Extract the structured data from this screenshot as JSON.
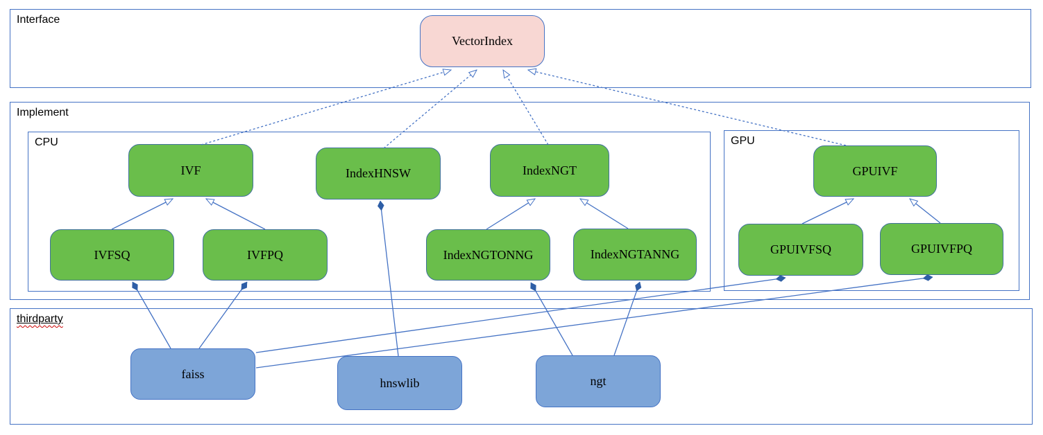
{
  "containers": {
    "interface": {
      "label": "Interface"
    },
    "implement": {
      "label": "Implement"
    },
    "cpu": {
      "label": "CPU"
    },
    "gpu": {
      "label": "GPU"
    },
    "thirdparty": {
      "label": "thirdparty"
    }
  },
  "nodes": {
    "vectorindex": {
      "label": "VectorIndex",
      "layer": "Interface"
    },
    "ivf": {
      "label": "IVF",
      "layer": "Implement/CPU"
    },
    "indexhnsw": {
      "label": "IndexHNSW",
      "layer": "Implement/CPU"
    },
    "indexngt": {
      "label": "IndexNGT",
      "layer": "Implement/CPU"
    },
    "ivfsq": {
      "label": "IVFSQ",
      "layer": "Implement/CPU"
    },
    "ivfpq": {
      "label": "IVFPQ",
      "layer": "Implement/CPU"
    },
    "indexngtonng": {
      "label": "IndexNGTONNG",
      "layer": "Implement/CPU"
    },
    "indexngtanng": {
      "label": "IndexNGTANNG",
      "layer": "Implement/CPU"
    },
    "gpuivf": {
      "label": "GPUIVF",
      "layer": "Implement/GPU"
    },
    "gpuivfsq": {
      "label": "GPUIVFSQ",
      "layer": "Implement/GPU"
    },
    "gpuivfpq": {
      "label": "GPUIVFPQ",
      "layer": "Implement/GPU"
    },
    "faiss": {
      "label": "faiss",
      "layer": "thirdparty"
    },
    "hnswlib": {
      "label": "hnswlib",
      "layer": "thirdparty"
    },
    "ngt": {
      "label": "ngt",
      "layer": "thirdparty"
    }
  },
  "edges": [
    {
      "from": "IVF",
      "to": "VectorIndex",
      "type": "realization-dotted-open-arrow"
    },
    {
      "from": "IndexHNSW",
      "to": "VectorIndex",
      "type": "realization-dotted-open-arrow"
    },
    {
      "from": "IndexNGT",
      "to": "VectorIndex",
      "type": "realization-dotted-open-arrow"
    },
    {
      "from": "GPUIVF",
      "to": "VectorIndex",
      "type": "realization-dotted-open-arrow"
    },
    {
      "from": "IVFSQ",
      "to": "IVF",
      "type": "generalization-open-arrow"
    },
    {
      "from": "IVFPQ",
      "to": "IVF",
      "type": "generalization-open-arrow"
    },
    {
      "from": "IndexNGTONNG",
      "to": "IndexNGT",
      "type": "generalization-open-arrow"
    },
    {
      "from": "IndexNGTANNG",
      "to": "IndexNGT",
      "type": "generalization-open-arrow"
    },
    {
      "from": "GPUIVFSQ",
      "to": "GPUIVF",
      "type": "generalization-open-arrow"
    },
    {
      "from": "GPUIVFPQ",
      "to": "GPUIVF",
      "type": "generalization-open-arrow"
    },
    {
      "from": "faiss",
      "to": "IVFSQ",
      "type": "composition-diamond"
    },
    {
      "from": "faiss",
      "to": "IVFPQ",
      "type": "composition-diamond"
    },
    {
      "from": "faiss",
      "to": "GPUIVFSQ",
      "type": "composition-diamond"
    },
    {
      "from": "faiss",
      "to": "GPUIVFPQ",
      "type": "composition-diamond"
    },
    {
      "from": "hnswlib",
      "to": "IndexHNSW",
      "type": "composition-diamond"
    },
    {
      "from": "ngt",
      "to": "IndexNGTONNG",
      "type": "composition-diamond"
    },
    {
      "from": "ngt",
      "to": "IndexNGTANNG",
      "type": "composition-diamond"
    }
  ],
  "colors": {
    "line": "#4472c4",
    "diamond_fill": "#2e5ea6",
    "green_fill": "#6abe4b",
    "green_border": "#41719c",
    "pink_fill": "#f8d7d3",
    "blue_fill": "#7da5d8",
    "blue_border": "#4472c4",
    "container_border": "#4472c4"
  }
}
